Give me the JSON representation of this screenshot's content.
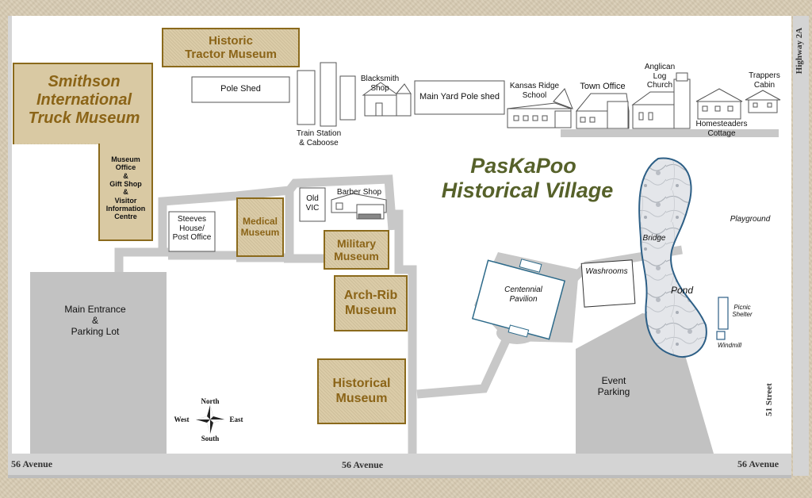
{
  "map": {
    "title_line1": "PasKaPoo",
    "title_line2": "Historical Village"
  },
  "museums": {
    "tractor": "Historic\nTractor Museum",
    "truck": "Smithson\nInternational\nTruck Museum",
    "museum_office": "Museum\nOffice\n&\nGift Shop\n&\nVisitor\nInformation\nCentre",
    "medical": "Medical\nMuseum",
    "military": "Military\nMuseum",
    "archrib": "Arch-Rib\nMuseum",
    "historical": "Historical\nMuseum"
  },
  "buildings": {
    "pole_shed": "Pole Shed",
    "train_station": "Train Station\n& Caboose",
    "blacksmith": "Blacksmith\nShop",
    "main_yard": "Main Yard Pole shed",
    "kansas_ridge": "Kansas Ridge\nSchool",
    "town_office": "Town Office",
    "anglican": "Anglican\nLog\nChurch",
    "trappers": "Trappers\nCabin",
    "homesteaders": "Homesteaders\nCottage",
    "old_vic": "Old\nVIC",
    "barber": "Barber Shop",
    "steeves": "Steeves\nHouse/\nPost Office",
    "centennial": "Centennial\nPavilion",
    "washrooms": "Washrooms",
    "main_entrance": "Main Entrance\n&\nParking Lot",
    "event_parking": "Event\nParking"
  },
  "features": {
    "pond": "Pond",
    "bridge": "Bridge",
    "playground": "Playground",
    "picnic": "Picnic\nShelter",
    "windmill": "Windmill"
  },
  "streets": {
    "ave_left": "56 Avenue",
    "ave_mid": "56 Avenue",
    "ave_right": "56 Avenue",
    "highway": "Highway 2A",
    "street51": "51 Street"
  },
  "compass": {
    "north": "North",
    "south": "South",
    "east": "East",
    "west": "West"
  },
  "colors": {
    "path_gray": "#c8c8c8",
    "lot_gray": "#c2c2c2",
    "museum_border": "#8b6a1c",
    "museum_text": "#8b6417",
    "title_green": "#56612a",
    "pond_border": "#2d5f86"
  }
}
